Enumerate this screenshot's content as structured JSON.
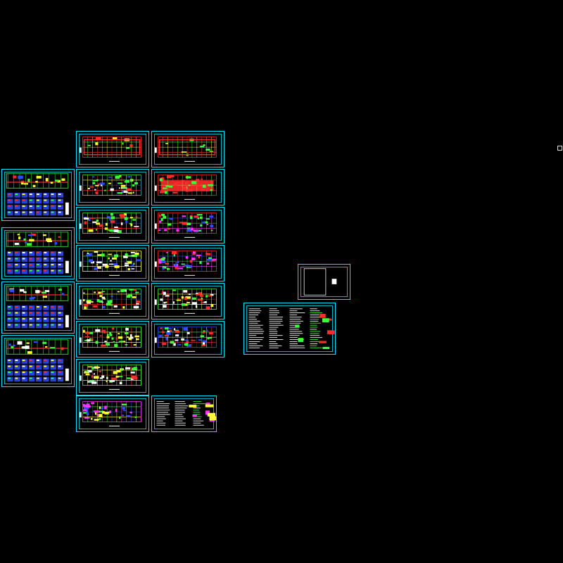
{
  "canvas": {
    "background": "#000000"
  },
  "colors": {
    "frame": "#00e5ff",
    "line_green": "#3cff3c",
    "line_yellow": "#ffff33",
    "line_red": "#ff2a2a",
    "line_blue": "#2f4dff",
    "line_magenta": "#ff33ff",
    "line_white": "#ffffff"
  },
  "sheets": {
    "left_column": [
      {
        "id": "detail-sheet-1",
        "style": "table"
      },
      {
        "id": "detail-sheet-2",
        "style": "table"
      },
      {
        "id": "detail-sheet-3",
        "style": "table"
      },
      {
        "id": "detail-sheet-4",
        "style": "table"
      }
    ],
    "middle_column": [
      {
        "id": "plan-sheet-m1",
        "style": "red"
      },
      {
        "id": "plan-sheet-m2",
        "style": "mixed"
      },
      {
        "id": "plan-sheet-m3",
        "style": "mixed"
      },
      {
        "id": "plan-sheet-m4",
        "style": "yellow"
      },
      {
        "id": "plan-sheet-m5",
        "style": "mixed"
      },
      {
        "id": "plan-sheet-m6",
        "style": "green"
      },
      {
        "id": "plan-sheet-m7",
        "style": "green"
      },
      {
        "id": "plan-sheet-m8",
        "style": "magenta"
      }
    ],
    "right_column": [
      {
        "id": "plan-sheet-r1",
        "style": "red"
      },
      {
        "id": "plan-sheet-r2",
        "style": "redfill"
      },
      {
        "id": "plan-sheet-r3",
        "style": "redblue"
      },
      {
        "id": "plan-sheet-r4",
        "style": "redblue"
      },
      {
        "id": "plan-sheet-r5",
        "style": "green"
      },
      {
        "id": "plan-sheet-r6",
        "style": "blue"
      },
      {
        "id": "notes-sheet",
        "style": "notes"
      }
    ],
    "cover": {
      "id": "cover-sheet"
    },
    "general_notes": {
      "id": "general-notes-sheet"
    }
  }
}
